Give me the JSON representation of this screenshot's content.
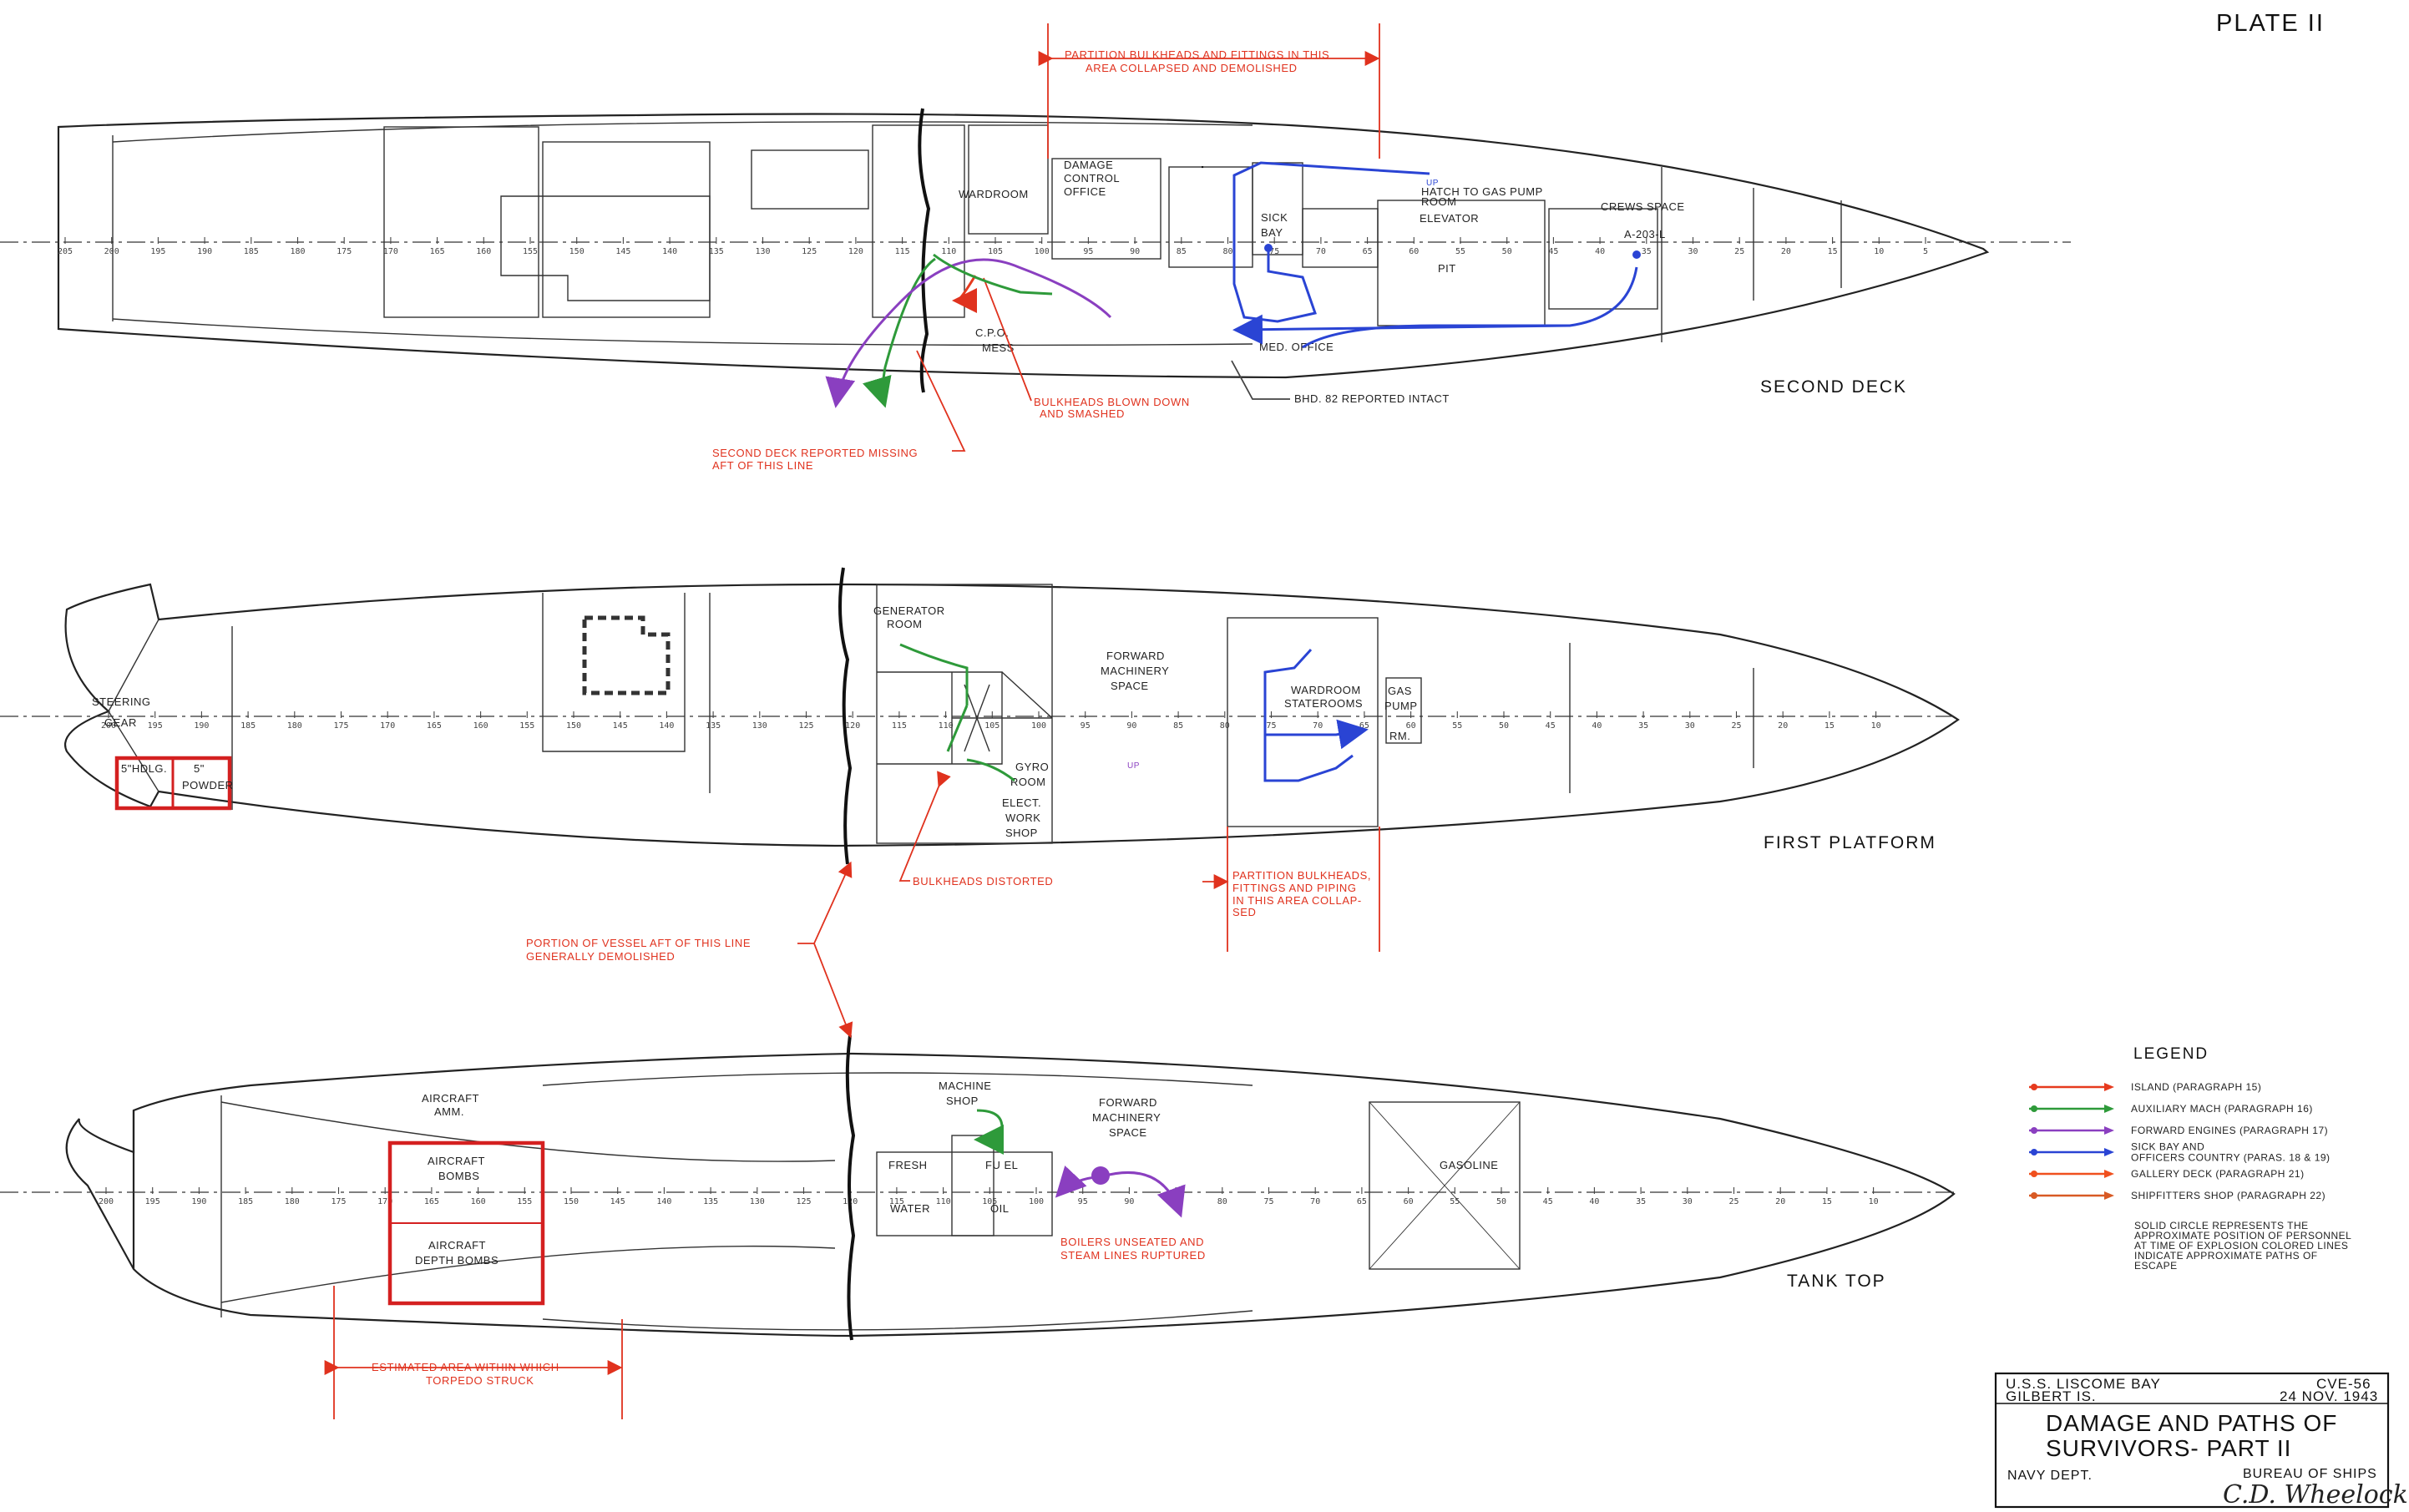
{
  "plate_label": "PLATE II",
  "views": {
    "second_deck": "SECOND DECK",
    "first_platform": "FIRST PLATFORM",
    "tank_top": "TANK TOP"
  },
  "frame_numbers": {
    "deck": [
      "205",
      "200",
      "195",
      "190",
      "185",
      "180",
      "175",
      "170",
      "165",
      "160",
      "155",
      "150",
      "145",
      "140",
      "135",
      "130",
      "125",
      "120",
      "115",
      "110",
      "105",
      "100",
      "95",
      "90",
      "85",
      "80",
      "75",
      "70",
      "65",
      "60",
      "55",
      "50",
      "45",
      "40",
      "35",
      "30",
      "25",
      "20",
      "15",
      "10",
      "5"
    ],
    "platform": [
      "200",
      "195",
      "190",
      "185",
      "180",
      "175",
      "170",
      "165",
      "160",
      "155",
      "150",
      "145",
      "140",
      "135",
      "130",
      "125",
      "120",
      "115",
      "110",
      "105",
      "100",
      "95",
      "90",
      "85",
      "80",
      "75",
      "70",
      "65",
      "60",
      "55",
      "50",
      "45",
      "40",
      "35",
      "30",
      "25",
      "20",
      "15",
      "10"
    ],
    "tank": [
      "200",
      "195",
      "190",
      "185",
      "180",
      "175",
      "170",
      "165",
      "160",
      "155",
      "150",
      "145",
      "140",
      "135",
      "130",
      "125",
      "120",
      "115",
      "110",
      "105",
      "100",
      "95",
      "90",
      "85",
      "80",
      "75",
      "70",
      "65",
      "60",
      "55",
      "50",
      "45",
      "40",
      "35",
      "30",
      "25",
      "20",
      "15",
      "10"
    ]
  },
  "second_deck": {
    "wardroom": "WARDROOM",
    "damage_control_office": [
      "DAMAGE",
      "CONTROL",
      "OFFICE"
    ],
    "sick_bay": [
      "SICK",
      "BAY"
    ],
    "elevator": "ELEVATOR",
    "pit": "PIT",
    "hatch_to_gas_pump_room": [
      "HATCH TO GAS PUMP",
      "ROOM"
    ],
    "up": "UP",
    "crews_space": "CREWS SPACE",
    "compartment": "A-203-L",
    "cpo_mess": [
      "C.P.O.",
      "MESS"
    ],
    "med_office": "MED. OFFICE"
  },
  "first_platform": {
    "steering_gear": [
      "STEERING",
      "GEAR"
    ],
    "hdlg": "5\"HDLG.",
    "powder": [
      "5\"",
      "POWDER"
    ],
    "generator_room": [
      "GENERATOR",
      "ROOM"
    ],
    "forward_machinery_space": [
      "FORWARD",
      "MACHINERY",
      "SPACE"
    ],
    "gyro_room": [
      "GYRO",
      "ROOM"
    ],
    "elect_work_shop": [
      "ELECT.",
      "WORK",
      "SHOP"
    ],
    "wardroom_staterooms": [
      "WARDROOM",
      "STATEROOMS"
    ],
    "gas_pump_rm": [
      "GAS",
      "PUMP",
      "RM."
    ],
    "up": "UP"
  },
  "tank_top": {
    "aircraft_amm": [
      "AIRCRAFT",
      "AMM."
    ],
    "aircraft_bombs": [
      "AIRCRAFT",
      "BOMBS"
    ],
    "aircraft_depth_bombs": [
      "AIRCRAFT",
      "DEPTH BOMBS"
    ],
    "machine_shop": [
      "MACHINE",
      "SHOP"
    ],
    "forward_machinery_space": [
      "FORWARD",
      "MACHINERY",
      "SPACE"
    ],
    "fresh_water": [
      "FRESH",
      "WATER"
    ],
    "fuel_oil": [
      "FU  EL",
      "OIL"
    ],
    "gasoline": "GASOLINE"
  },
  "annotations": {
    "partition_top": [
      "PARTITION BULKHEADS AND FITTINGS IN THIS",
      "AREA COLLAPSED AND DEMOLISHED"
    ],
    "bulkheads_blown": [
      "BULKHEADS BLOWN DOWN",
      "AND SMASHED"
    ],
    "bhd_82": "BHD. 82 REPORTED INTACT",
    "second_deck_missing": [
      "SECOND DECK REPORTED MISSING",
      "AFT OF THIS LINE"
    ],
    "bulkheads_distorted": "BULKHEADS DISTORTED",
    "partition_mid": [
      "PARTITION BULKHEADS,",
      "FITTINGS AND PIPING",
      "IN THIS AREA COLLAP-",
      "SED"
    ],
    "portion_vessel": [
      "PORTION OF VESSEL AFT OF THIS LINE",
      "GENERALLY DEMOLISHED"
    ],
    "boilers": [
      "BOILERS UNSEATED AND",
      "STEAM LINES RUPTURED"
    ],
    "torpedo": [
      "ESTIMATED AREA WITHIN WHICH",
      "TORPEDO STRUCK"
    ]
  },
  "legend": {
    "title": "LEGEND",
    "items": [
      {
        "label": "ISLAND (PARAGRAPH 15)",
        "color": "#e63a1e"
      },
      {
        "label": "AUXILIARY MACH (PARAGRAPH 16)",
        "color": "#2e9a3a"
      },
      {
        "label": "FORWARD ENGINES (PARAGRAPH 17)",
        "color": "#8a3fc0"
      },
      {
        "label": "SICK BAY AND\nOFFICERS COUNTRY (PARAS. 18 & 19)",
        "color": "#2a44d4"
      },
      {
        "label": "GALLERY DECK (PARAGRAPH 21)",
        "color": "#f0501e"
      },
      {
        "label": "SHIPFITTERS SHOP (PARAGRAPH 22)",
        "color": "#d85a24"
      }
    ],
    "note": [
      "SOLID CIRCLE REPRESENTS THE",
      "APPROXIMATE POSITION OF PERSONNEL",
      "AT TIME OF EXPLOSION COLORED LINES",
      "INDICATE APPROXIMATE PATHS OF",
      "ESCAPE"
    ]
  },
  "title_block": {
    "ship": "U.S.S. LISCOME BAY",
    "hull": "CVE-56",
    "location": "GILBERT IS.",
    "date": "24 NOV. 1943",
    "title1": "DAMAGE AND PATHS OF",
    "title2": "SURVIVORS- PART II",
    "dept": "NAVY DEPT.",
    "bureau": "BUREAU OF SHIPS",
    "signature": "C.D. Wheelock"
  },
  "colors": {
    "annotation": "#e0321e",
    "island": "#e63a1e",
    "aux": "#2e9a3a",
    "fwd": "#8a3fc0",
    "sickbay": "#2a44d4"
  }
}
